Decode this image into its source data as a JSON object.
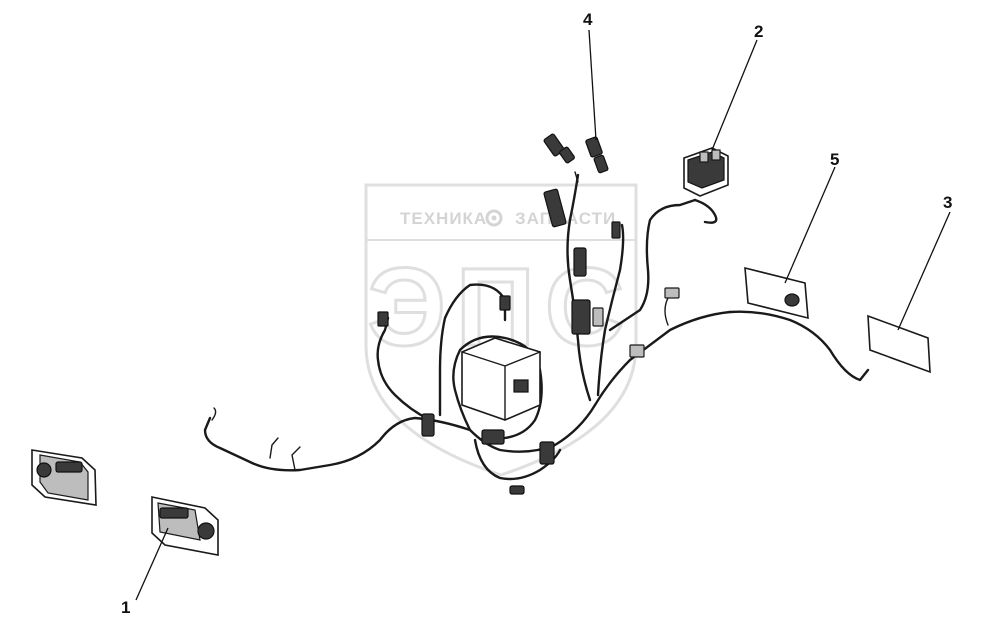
{
  "watermark": {
    "text_left": "ТЕХНИКА",
    "text_right": "ЗАПЧАСТИ",
    "big_letters": "ЭПС",
    "color": "#d0d0d0"
  },
  "callouts": [
    {
      "id": "1",
      "label": "1"
    },
    {
      "id": "2",
      "label": "2"
    },
    {
      "id": "3",
      "label": "3"
    },
    {
      "id": "4",
      "label": "4"
    },
    {
      "id": "5",
      "label": "5"
    }
  ],
  "colors": {
    "line": "#1a1a1a",
    "background": "#ffffff"
  }
}
